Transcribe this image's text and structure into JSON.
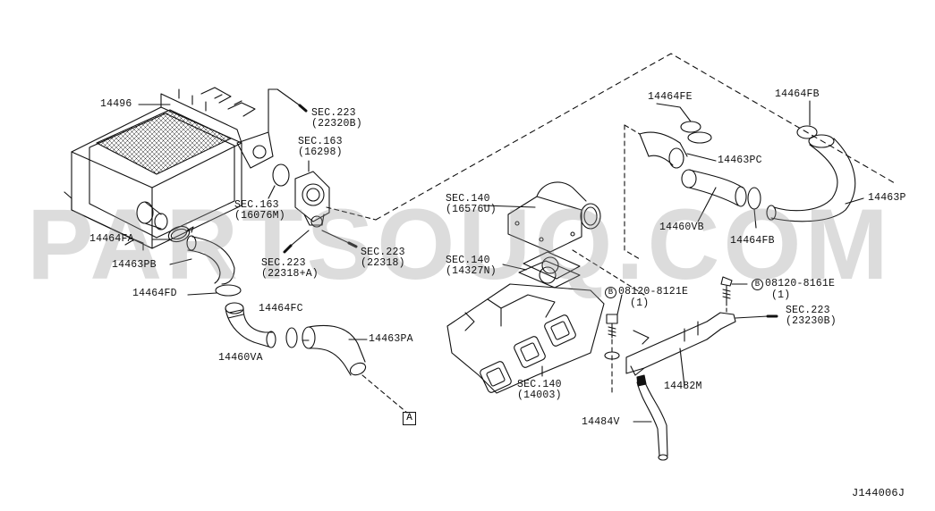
{
  "watermark": "PARTSOUQ.COM",
  "figure_code": "J144006J",
  "ref_marker": "A",
  "labels": {
    "p14496": "14496",
    "p14464FA": "14464FA",
    "p14463PB": "14463PB",
    "p14464FD": "14464FD",
    "p14460VA": "14460VA",
    "p14464FC": "14464FC",
    "p14463PA": "14463PA",
    "sec223a_1": "SEC.223",
    "sec223a_2": "(22320B)",
    "sec163a_1": "SEC.163",
    "sec163a_2": "(16298)",
    "sec163b_1": "SEC.163",
    "sec163b_2": "(16076M)",
    "sec223b_1": "SEC.223",
    "sec223b_2": "(22318+A)",
    "sec223c_1": "SEC.223",
    "sec223c_2": "(22318)",
    "sec140a_1": "SEC.140",
    "sec140a_2": "(16576U)",
    "sec140b_1": "SEC.140",
    "sec140b_2": "(14327N)",
    "sec140c_1": "SEC.140",
    "sec140c_2": "(14003)",
    "p14464FE": "14464FE",
    "p14463PC": "14463PC",
    "p14460VB": "14460VB",
    "p14464FB_1": "14464FB",
    "p14464FB_2": "14464FB",
    "p14463P": "14463P",
    "bolt1_1": "08120-8121E",
    "bolt1_2": "(1)",
    "bolt1_mark": "B",
    "bolt2_1": "08120-8161E",
    "bolt2_2": "(1)",
    "bolt2_mark": "B",
    "sec223d_1": "SEC.223",
    "sec223d_2": "(23230B)",
    "p14482M": "14482M",
    "p14484V": "14484V"
  }
}
